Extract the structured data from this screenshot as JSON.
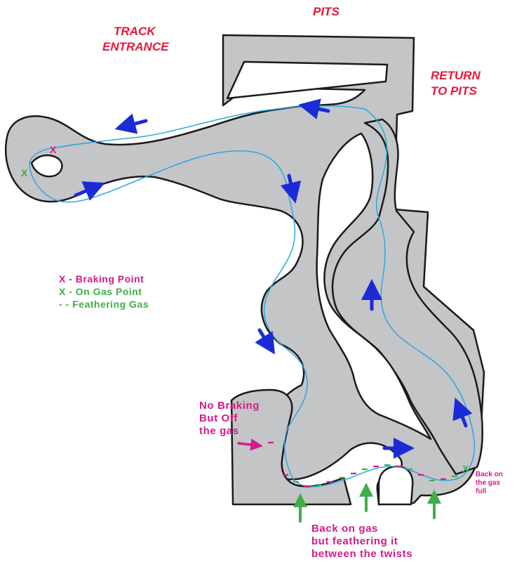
{
  "labels": {
    "pits": "PITS",
    "track_entrance_line1": "TRACK",
    "track_entrance_line2": "ENTRANCE",
    "return_to_pits_line1": "RETURN",
    "return_to_pits_line2": "TO PITS"
  },
  "legend": {
    "braking": "X - Braking Point",
    "on_gas": "X - On Gas Point",
    "feathering": "- - Feathering Gas"
  },
  "markers": {
    "x": "X"
  },
  "annotations": {
    "no_braking_line1": "No Braking",
    "no_braking_line2": "But Off",
    "no_braking_line3": "the gas",
    "back_on_full_line1": "Back on",
    "back_on_full_line2": "the gas",
    "back_on_full_line3": "full",
    "feather_line1": "Back on gas",
    "feather_line2": "but feathering it",
    "feather_line3": "between the twists"
  },
  "colors": {
    "track_fill": "#c4c5c7",
    "track_outline": "#1a1a1a",
    "racing_line": "#2aa8e0",
    "direction_arrow": "#1c2bd8",
    "braking": "#d6198b",
    "on_gas": "#3fae49",
    "label_red": "#e8173a"
  }
}
